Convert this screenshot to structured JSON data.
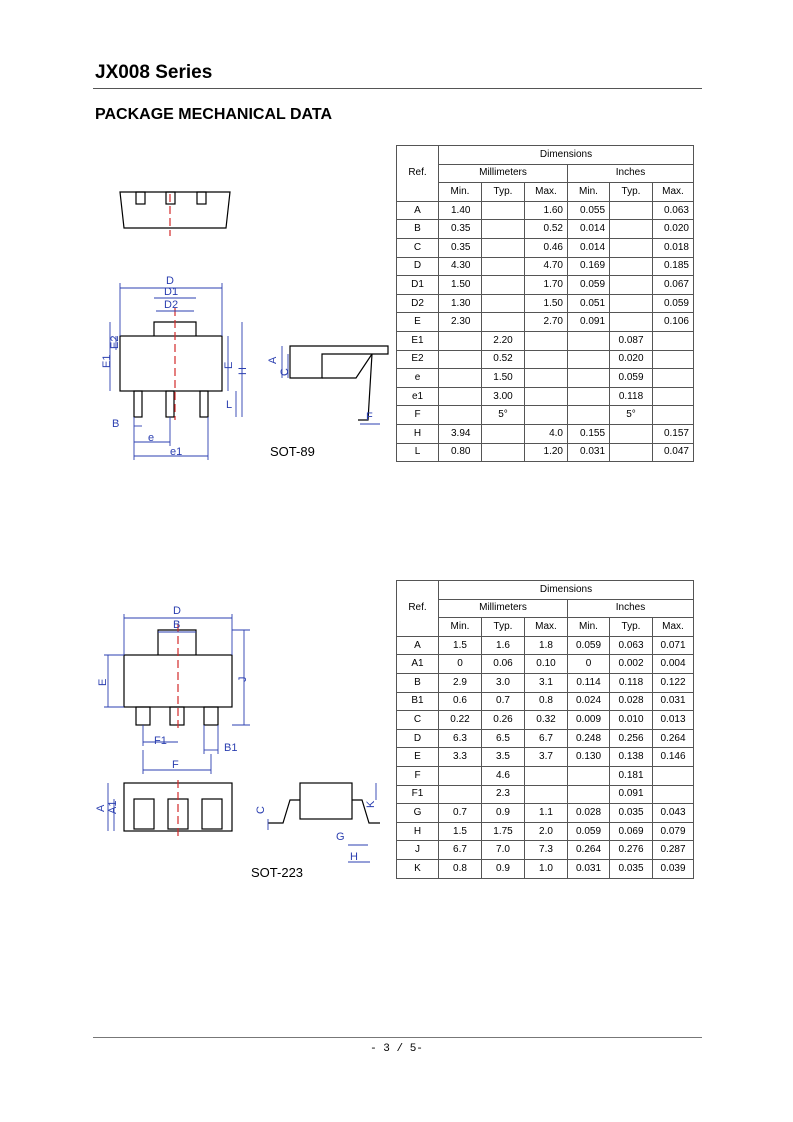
{
  "header": {
    "series_title": "JX008 Series",
    "section_title": "PACKAGE MECHANICAL DATA"
  },
  "sot89": {
    "package_name": "SOT-89",
    "drawing_labels": {
      "D": "D",
      "D1": "D1",
      "D2": "D2",
      "E1": "E1",
      "E2": "E2",
      "E": "E",
      "H": "H",
      "A": "A",
      "C": "C",
      "L": "L",
      "B": "B",
      "e": "e",
      "e1": "e1",
      "F": "F"
    },
    "table": {
      "ref_label": "Ref.",
      "dimensions_label": "Dimensions",
      "mm_label": "Millimeters",
      "in_label": "Inches",
      "subheaders": [
        "Min.",
        "Typ.",
        "Max.",
        "Min.",
        "Typ.",
        "Max."
      ],
      "rows": [
        [
          "A",
          "1.40",
          "",
          "1.60",
          "0.055",
          "",
          "0.063"
        ],
        [
          "B",
          "0.35",
          "",
          "0.52",
          "0.014",
          "",
          "0.020"
        ],
        [
          "C",
          "0.35",
          "",
          "0.46",
          "0.014",
          "",
          "0.018"
        ],
        [
          "D",
          "4.30",
          "",
          "4.70",
          "0.169",
          "",
          "0.185"
        ],
        [
          "D1",
          "1.50",
          "",
          "1.70",
          "0.059",
          "",
          "0.067"
        ],
        [
          "D2",
          "1.30",
          "",
          "1.50",
          "0.051",
          "",
          "0.059"
        ],
        [
          "E",
          "2.30",
          "",
          "2.70",
          "0.091",
          "",
          "0.106"
        ],
        [
          "E1",
          "",
          "2.20",
          "",
          "",
          "0.087",
          ""
        ],
        [
          "E2",
          "",
          "0.52",
          "",
          "",
          "0.020",
          ""
        ],
        [
          "e",
          "",
          "1.50",
          "",
          "",
          "0.059",
          ""
        ],
        [
          "e1",
          "",
          "3.00",
          "",
          "",
          "0.118",
          ""
        ],
        [
          "F",
          "",
          "5°",
          "",
          "",
          "5°",
          ""
        ],
        [
          "H",
          "3.94",
          "",
          "4.0",
          "0.155",
          "",
          "0.157"
        ],
        [
          "L",
          "0.80",
          "",
          "1.20",
          "0.031",
          "",
          "0.047"
        ]
      ]
    }
  },
  "sot223": {
    "package_name": "SOT-223",
    "drawing_labels": {
      "D": "D",
      "B": "B",
      "E": "E",
      "J": "J",
      "F1": "F1",
      "B1": "B1",
      "F": "F",
      "A": "A",
      "A1": "A1",
      "C": "C",
      "K": "K",
      "G": "G",
      "H": "H"
    },
    "table": {
      "ref_label": "Ref.",
      "dimensions_label": "Dimensions",
      "mm_label": "Millimeters",
      "in_label": "Inches",
      "subheaders": [
        "Min.",
        "Typ.",
        "Max.",
        "Min.",
        "Typ.",
        "Max."
      ],
      "rows": [
        [
          "A",
          "1.5",
          "1.6",
          "1.8",
          "0.059",
          "0.063",
          "0.071"
        ],
        [
          "A1",
          "0",
          "0.06",
          "0.10",
          "0",
          "0.002",
          "0.004"
        ],
        [
          "B",
          "2.9",
          "3.0",
          "3.1",
          "0.114",
          "0.118",
          "0.122"
        ],
        [
          "B1",
          "0.6",
          "0.7",
          "0.8",
          "0.024",
          "0.028",
          "0.031"
        ],
        [
          "C",
          "0.22",
          "0.26",
          "0.32",
          "0.009",
          "0.010",
          "0.013"
        ],
        [
          "D",
          "6.3",
          "6.5",
          "6.7",
          "0.248",
          "0.256",
          "0.264"
        ],
        [
          "E",
          "3.3",
          "3.5",
          "3.7",
          "0.130",
          "0.138",
          "0.146"
        ],
        [
          "F",
          "",
          "4.6",
          "",
          "",
          "0.181",
          ""
        ],
        [
          "F1",
          "",
          "2.3",
          "",
          "",
          "0.091",
          ""
        ],
        [
          "G",
          "0.7",
          "0.9",
          "1.1",
          "0.028",
          "0.035",
          "0.043"
        ],
        [
          "H",
          "1.5",
          "1.75",
          "2.0",
          "0.059",
          "0.069",
          "0.079"
        ],
        [
          "J",
          "6.7",
          "7.0",
          "7.3",
          "0.264",
          "0.276",
          "0.287"
        ],
        [
          "K",
          "0.8",
          "0.9",
          "1.0",
          "0.031",
          "0.035",
          "0.039"
        ]
      ]
    }
  },
  "footer": {
    "page_number": "- 3 / 5-"
  }
}
